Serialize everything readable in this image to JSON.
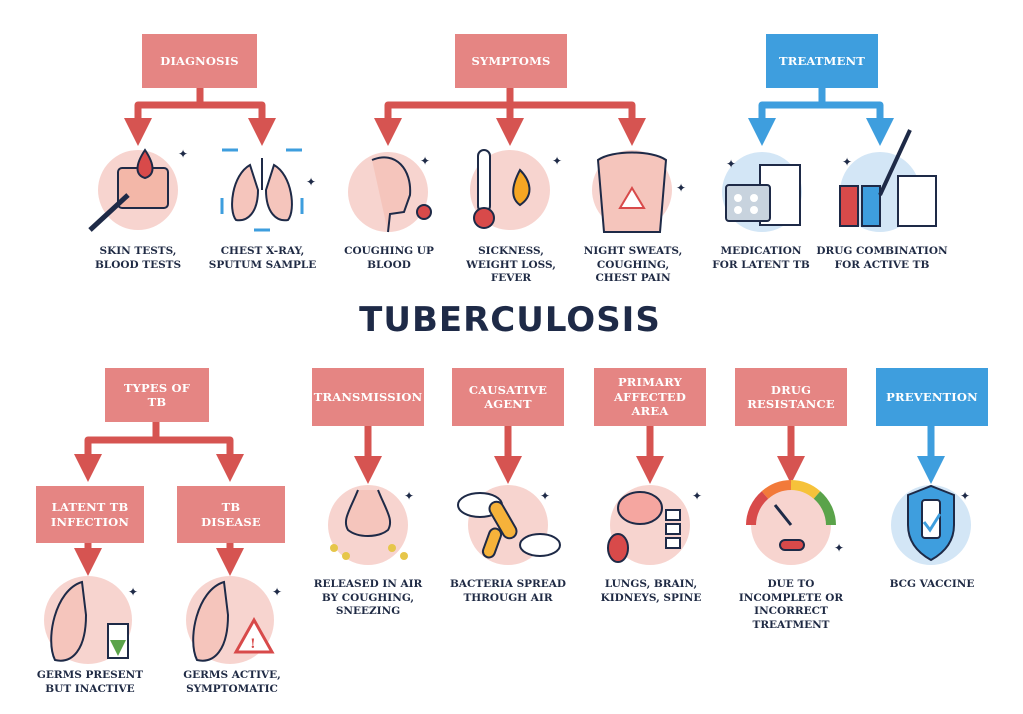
{
  "title": "TUBERCULOSIS",
  "colors": {
    "red_box": "#e58583",
    "blue_box": "#3e9ede",
    "red_arrow": "#d65451",
    "blue_arrow": "#3e9ede",
    "text": "#1f2a44"
  },
  "top": {
    "diagnosis": {
      "label": "DIAGNOSIS",
      "items": [
        "SKIN TESTS,\nBLOOD TESTS",
        "CHEST X-RAY,\nSPUTUM SAMPLE"
      ]
    },
    "symptoms": {
      "label": "SYMPTOMS",
      "items": [
        "COUGHING UP\nBLOOD",
        "SICKNESS,\nWEIGHT LOSS,\nFEVER",
        "NIGHT SWEATS,\nCOUGHING,\nCHEST PAIN"
      ]
    },
    "treatment": {
      "label": "TREATMENT",
      "items": [
        "MEDICATION\nFOR LATENT TB",
        "DRUG COMBINATION\nFOR ACTIVE TB"
      ]
    }
  },
  "bottom": {
    "types": {
      "label": "TYPES OF\nTB",
      "latent": "LATENT TB\nINFECTION",
      "disease": "TB\nDISEASE",
      "latent_caption": "GERMS PRESENT\nBUT INACTIVE",
      "disease_caption": "GERMS ACTIVE,\nSYMPTOMATIC"
    },
    "transmission": {
      "label": "TRANSMISSION",
      "caption": "RELEASED IN AIR\nBY COUGHING,\nSNEEZING"
    },
    "causative": {
      "label": "CAUSATIVE\nAGENT",
      "caption": "BACTERIA SPREAD\nTHROUGH AIR"
    },
    "affected": {
      "label": "PRIMARY\nAFFECTED\nAREA",
      "caption": "LUNGS, BRAIN,\nKIDNEYS, SPINE"
    },
    "resistance": {
      "label": "DRUG\nRESISTANCE",
      "caption": "DUE TO\nINCOMPLETE OR\nINCORRECT\nTREATMENT"
    },
    "prevention": {
      "label": "PREVENTION",
      "caption": "BCG VACCINE"
    }
  },
  "icons": [
    "skin-test-icon",
    "xray-lungs-icon",
    "coughing-person-icon",
    "fever-thermometer-icon",
    "chest-pain-icon",
    "medication-box-icon",
    "drug-vials-icon",
    "latent-lungs-icon",
    "active-lungs-icon",
    "sneezing-nose-icon",
    "bacteria-cloud-icon",
    "body-organs-icon",
    "resistance-gauge-icon",
    "vaccine-shield-icon"
  ]
}
